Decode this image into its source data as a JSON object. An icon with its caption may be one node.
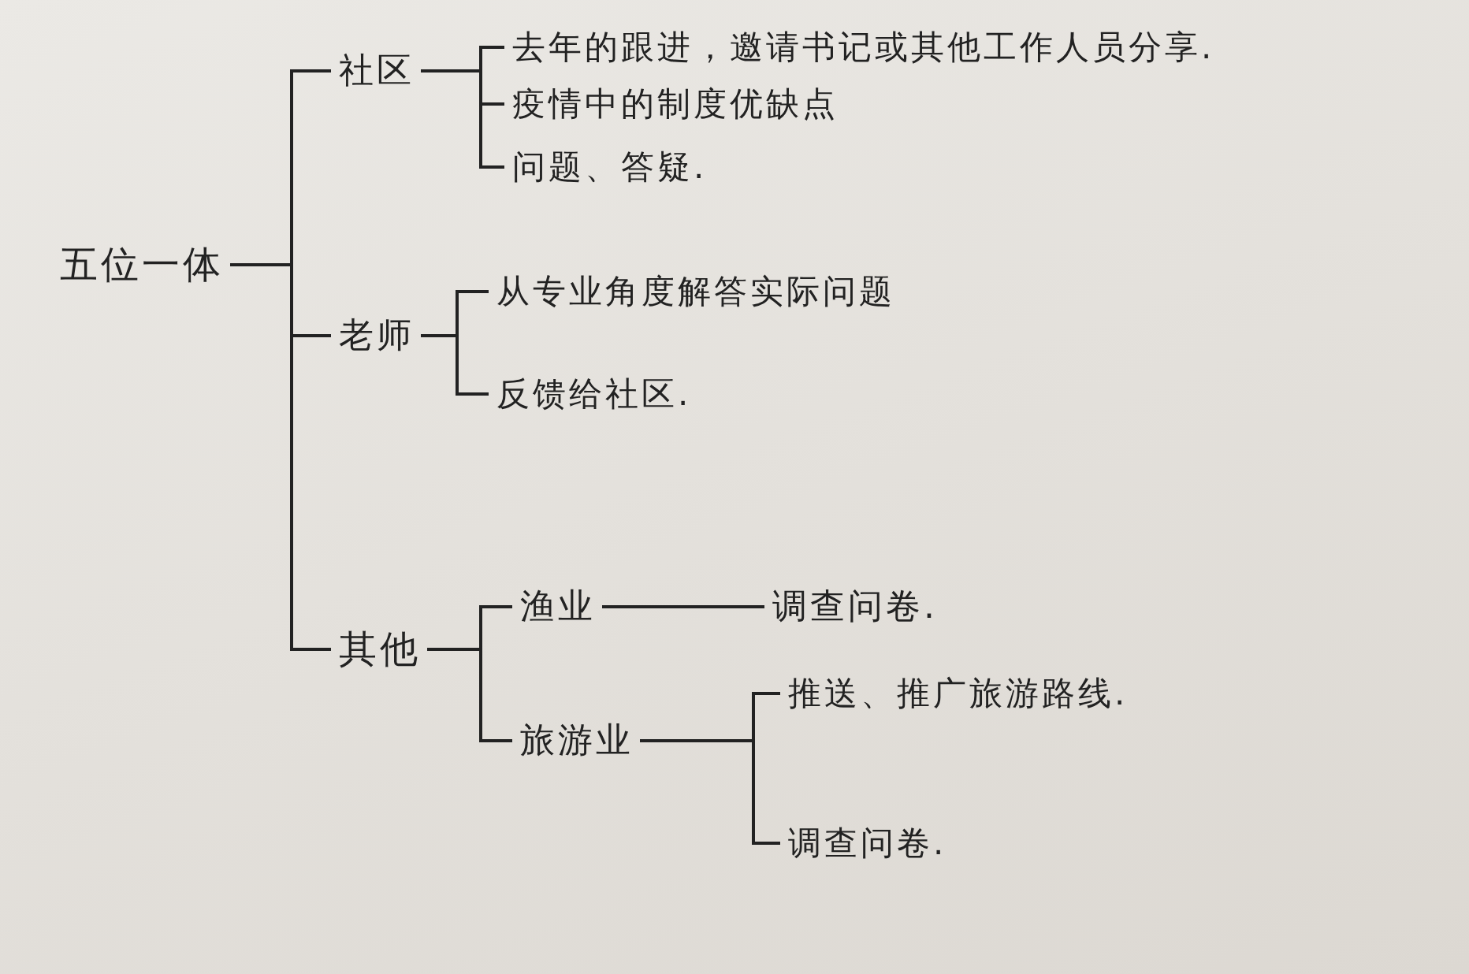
{
  "diagram": {
    "nodes": [
      {
        "text": [
          "五位一体"
        ]
      },
      {
        "text": [
          "社区"
        ]
      },
      {
        "text": [
          "去年的跟进，邀请书记或其他工作人员分享."
        ]
      },
      {
        "text": [
          "疫情中的制度优缺点"
        ]
      },
      {
        "text": [
          "问题、答疑."
        ]
      },
      {
        "text": [
          "老师"
        ]
      },
      {
        "text": [
          "从专业角度解答实际问题"
        ]
      },
      {
        "text": [
          "反馈给社区."
        ]
      },
      {
        "text": [
          "其他"
        ]
      },
      {
        "text": [
          "渔业"
        ]
      },
      {
        "text": [
          "调查问卷."
        ]
      },
      {
        "text": [
          "旅游业"
        ]
      },
      {
        "text": [
          "推送、推广旅游路线."
        ]
      },
      {
        "text": [
          "调查问卷."
        ]
      }
    ],
    "edges": [
      {
        "from": 0,
        "to": 1,
        "arrow": "none"
      },
      {
        "from": 0,
        "to": 5,
        "arrow": "none"
      },
      {
        "from": 0,
        "to": 8,
        "arrow": "none"
      },
      {
        "from": 1,
        "to": 2,
        "arrow": "none"
      },
      {
        "from": 1,
        "to": 3,
        "arrow": "none"
      },
      {
        "from": 1,
        "to": 4,
        "arrow": "none"
      },
      {
        "from": 5,
        "to": 6,
        "arrow": "none"
      },
      {
        "from": 5,
        "to": 7,
        "arrow": "none"
      },
      {
        "from": 8,
        "to": 9,
        "arrow": "none"
      },
      {
        "from": 8,
        "to": 11,
        "arrow": "none"
      },
      {
        "from": 9,
        "to": 10,
        "arrow": "none"
      },
      {
        "from": 11,
        "to": 12,
        "arrow": "none"
      },
      {
        "from": 11,
        "to": 13,
        "arrow": "none"
      }
    ]
  }
}
